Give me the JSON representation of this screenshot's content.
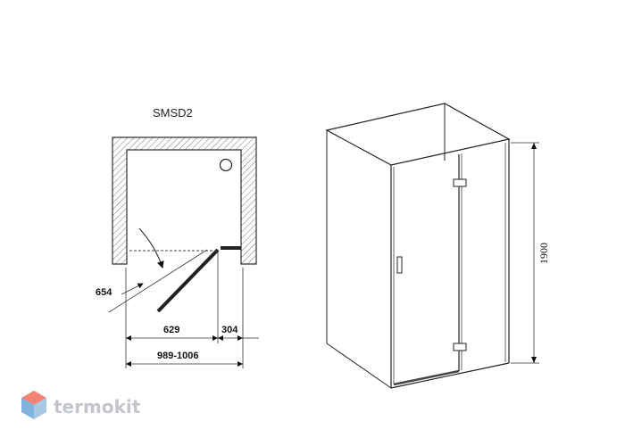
{
  "model_label": "SMSD2",
  "plan_view": {
    "dim_door_open": "654",
    "dim_panel": "629",
    "dim_fixed": "304",
    "dim_total": "989-1006"
  },
  "elevation_view": {
    "dim_height": "1900"
  },
  "watermark": {
    "brand_text": "termokit",
    "brand_color": "#b8bcc2",
    "icon": "cube-logo-icon",
    "icon_colors": [
      "#f26d5b",
      "#6aa6d8",
      "#9ac0e0"
    ]
  }
}
